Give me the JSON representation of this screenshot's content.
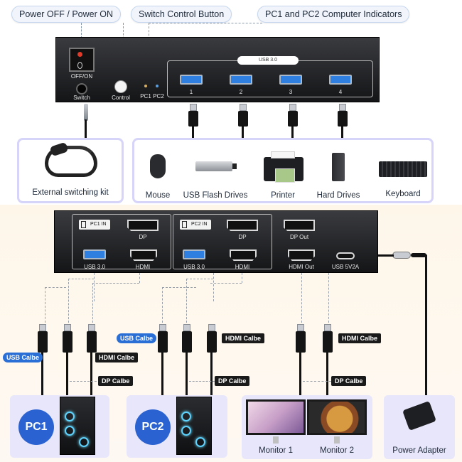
{
  "callouts": {
    "power": "Power OFF / Power ON",
    "switch_button": "Switch Control Button",
    "indicators": "PC1 and PC2 Computer Indicators"
  },
  "top_device": {
    "off_on": "OFF/ON",
    "switch": "Switch",
    "control": "Control",
    "pc1": "PC1",
    "pc2": "PC2",
    "usb3": "USB 3.0",
    "ports": [
      "1",
      "2",
      "3",
      "4"
    ]
  },
  "external_kit": "External switching kit",
  "peripherals": [
    "Mouse",
    "USB Flash Drives",
    "Printer",
    "Hard Drives",
    "Keyboard"
  ],
  "rear_panel": {
    "pc1_in": "PC1 IN",
    "pc2_in": "PC2 IN",
    "dp": "DP",
    "dp_out": "DP Out",
    "usb3": "USB 3.0",
    "hdmi": "HDMI",
    "hdmi_out": "HDMI Out",
    "usb_power": "USB 5V2A"
  },
  "cables": {
    "usb": "USB Calbe",
    "hdmi": "HDMI Calbe",
    "dp": "DP Calbe"
  },
  "bottom": {
    "pc1": "PC1",
    "pc2": "PC2",
    "monitor1": "Monitor 1",
    "monitor2": "Monitor 2",
    "power_adapter": "Power Adapter"
  },
  "colors": {
    "accent_blue": "#2a63d1",
    "card_border": "#d6d4f8",
    "usb_blue": "#2f7fe0"
  }
}
